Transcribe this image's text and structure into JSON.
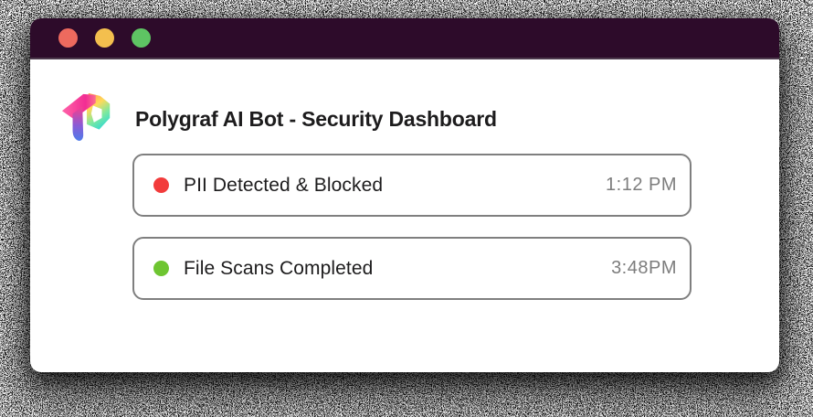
{
  "window": {
    "titlebar": {
      "color": "#2d0b2a",
      "traffic_lights": [
        {
          "name": "close-button",
          "color": "#ed6a5e"
        },
        {
          "name": "minimize-button",
          "color": "#f3bf4e"
        },
        {
          "name": "zoom-button",
          "color": "#5ec463"
        }
      ]
    }
  },
  "header": {
    "logo_icon": "polygraf-logo-icon",
    "title": "Polygraf AI Bot - Security Dashboard"
  },
  "notifications": [
    {
      "status_icon": "red-dot-icon",
      "status": "alert",
      "status_color": "#f23b3b",
      "title": "PII Detected & Blocked",
      "time": "1:12 PM"
    },
    {
      "status_icon": "green-dot-icon",
      "status": "ok",
      "status_color": "#6ec531",
      "title": "File Scans Completed",
      "time": "3:48PM"
    }
  ]
}
